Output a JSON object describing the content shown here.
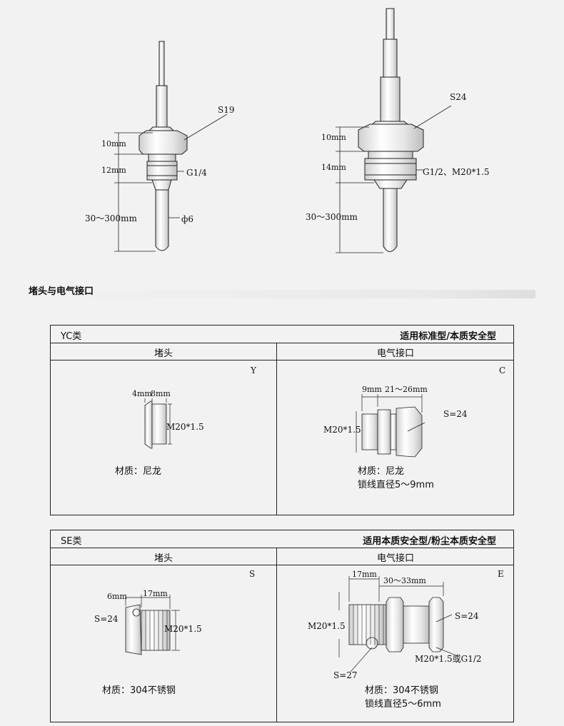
{
  "top_diagrams": {
    "left": {
      "hex_label": "S19",
      "dim_hex": "10mm",
      "dim_thread": "12mm",
      "thread_label": "G1/4",
      "dim_probe": "30～300mm",
      "probe_dia": "ф6"
    },
    "right": {
      "hex_label": "S24",
      "dim_hex": "10mm",
      "dim_thread": "14mm",
      "thread_label": "G1/2、M20*1.5",
      "dim_probe": "30～300mm"
    }
  },
  "section": {
    "title": "堵头与电气接口"
  },
  "yc_table": {
    "type_label": "YC类",
    "applicability": "适用标准型/本质安全型",
    "col_plug": "堵头",
    "col_connector": "电气接口",
    "plug": {
      "code": "Y",
      "dim_a": "4mm",
      "dim_b": "8mm",
      "thread": "M20*1.5",
      "material": "材质：尼龙"
    },
    "connector": {
      "code": "C",
      "dim_a": "9mm",
      "dim_b": "21～26mm",
      "thread": "M20*1.5",
      "hex": "S=24",
      "material": "材质：尼龙",
      "cable": "锁线直径5～9mm"
    }
  },
  "se_table": {
    "type_label": "SE类",
    "applicability": "适用本质安全型/粉尘本质安全型",
    "col_plug": "堵头",
    "col_connector": "电气接口",
    "plug": {
      "code": "S",
      "dim_a": "6mm",
      "dim_b": "17mm",
      "hex": "S=24",
      "thread": "M20*1.5",
      "material": "材质：304不锈钢"
    },
    "connector": {
      "code": "E",
      "dim_a": "17mm",
      "dim_b": "30～33mm",
      "thread": "M20*1.5",
      "hex": "S=24",
      "thread2": "M20*1.5或G1/2",
      "hex2": "S=27",
      "material": "材质：304不锈钢",
      "cable": "锁线直径5～6mm"
    }
  }
}
